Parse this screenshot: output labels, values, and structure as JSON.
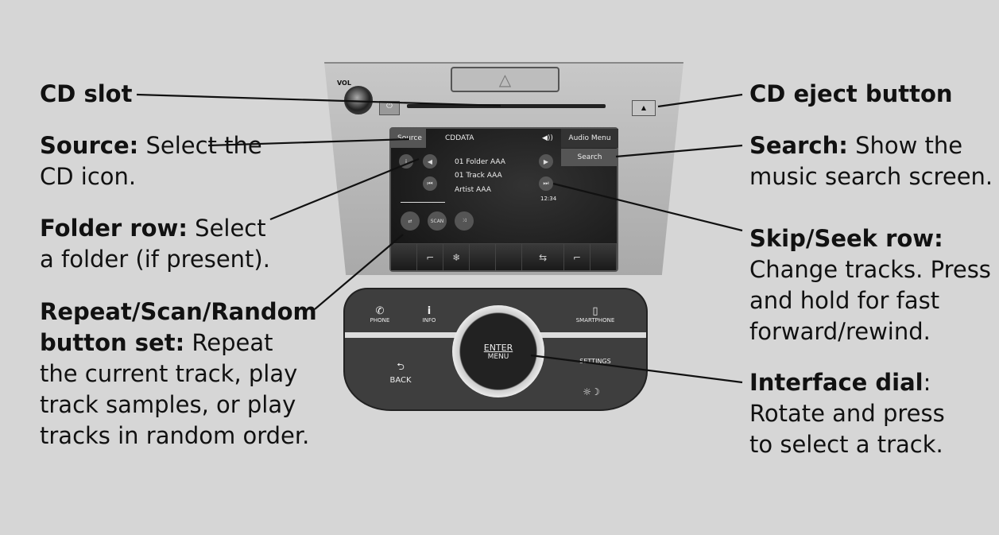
{
  "labels": {
    "cd_slot": {
      "title": "CD slot"
    },
    "source": {
      "title": "Source:",
      "desc1": "Select the",
      "desc2": "CD icon."
    },
    "folder_row": {
      "title": "Folder row:",
      "desc1": "Select",
      "desc2": "a folder (if present)."
    },
    "repeat": {
      "title1": "Repeat/Scan/Random",
      "title2": "button set:",
      "desc1": "Repeat",
      "desc2": "the current track, play",
      "desc3": "track samples, or play",
      "desc4": "tracks in random order."
    },
    "eject": {
      "title": "CD eject button"
    },
    "search": {
      "title": "Search:",
      "desc1": "Show the",
      "desc2": "music search screen."
    },
    "skip": {
      "title": "Skip/Seek row:",
      "desc1": "Change tracks. Press",
      "desc2": "and hold for fast",
      "desc3": "forward/rewind."
    },
    "dial": {
      "title": "Interface dial",
      "colon": ":",
      "desc1": "Rotate and press",
      "desc2": "to select a track."
    }
  },
  "device": {
    "vol": "VOL",
    "screen": {
      "source": "Source",
      "cd_source": "CDDATA",
      "audio_menu": "Audio Menu",
      "search": "Search",
      "folder": "01 Folder AAA",
      "track": "01 Track AAA",
      "artist": "Artist AAA",
      "time": "12:34",
      "scan": "SCAN"
    },
    "panel": {
      "phone": "PHONE",
      "info": "INFO",
      "smartphone": "SMARTPHONE",
      "enter": "ENTER",
      "menu": "MENU",
      "back": "BACK",
      "settings": "SETTINGS"
    }
  }
}
